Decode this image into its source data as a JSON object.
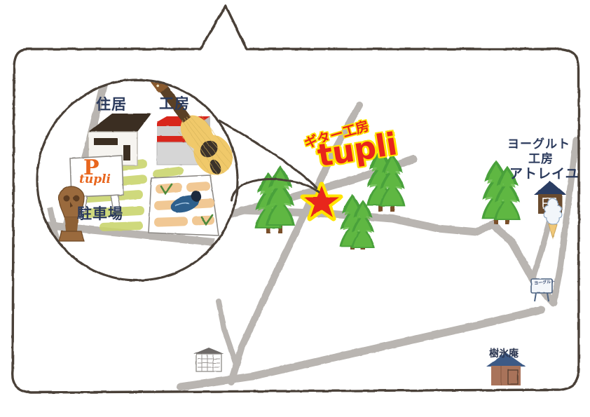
{
  "document": {
    "kind": "hand-drawn-access-map",
    "frame_color": "#4a4038",
    "background_color": "#ffffff",
    "road_color": "#b9b5b1",
    "title_text_color": "#e8251c",
    "title_halo_color": "#ffe400",
    "label_color": "#2b3a5c"
  },
  "title": {
    "kicker": "ギター工房",
    "name": "tupli",
    "star_marker": "★"
  },
  "callout": {
    "name": "detail-magnifier",
    "buildings": [
      {
        "id": "residence",
        "label": "住居",
        "roof_color": "#3a2d20",
        "wall_color": "#f4f2ee"
      },
      {
        "id": "workshop",
        "label": "工房",
        "roof_color": "#d8261f",
        "wall_color": "#c9c9c9"
      }
    ],
    "parking": {
      "label": "駐車場",
      "sign_letter": "P",
      "sign_name": "tupli",
      "sign_color": "#e8661e"
    },
    "owl_label": "owl-statue",
    "guitar_label": "acoustic-guitar"
  },
  "places": [
    {
      "id": "yogurt-workshop",
      "lines": [
        "ヨーグルト",
        "工房",
        "アトレイユ"
      ],
      "icon": "house-icon",
      "extra_icon": "soft-serve-ice-cream-icon",
      "roof_color": "#2c3c63",
      "wall_color": "#6b4b2f"
    },
    {
      "id": "juhyoan",
      "lines": [
        "樹氷庵"
      ],
      "icon": "house-icon",
      "roof_color": "#3c5a86",
      "wall_color": "#a9735a"
    },
    {
      "id": "bus-shelter",
      "lines": [],
      "icon": "shelter-icon"
    },
    {
      "id": "roadside-signboard",
      "lines": [
        "ヨーグルト"
      ],
      "icon": "signboard-icon"
    }
  ],
  "map_features": {
    "trees": 5,
    "roads": 7,
    "star_count": 1
  }
}
